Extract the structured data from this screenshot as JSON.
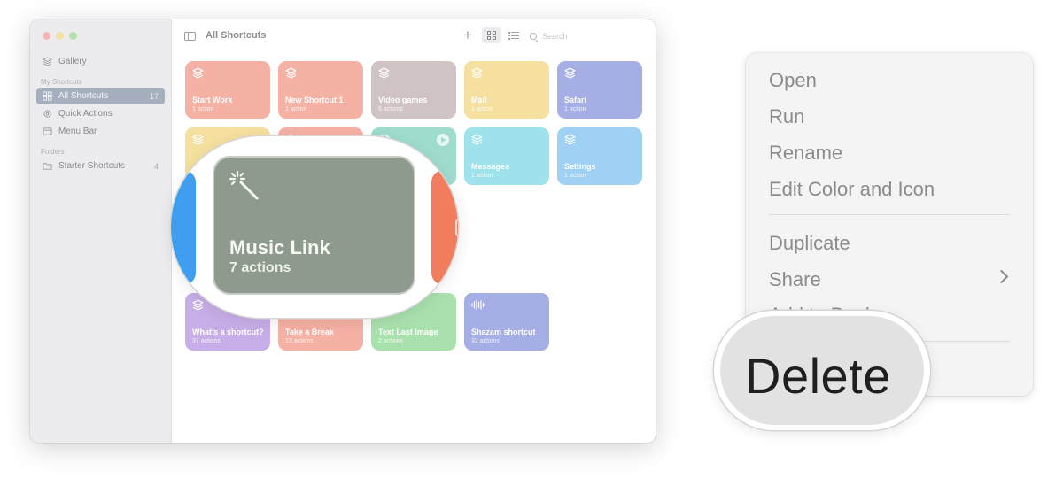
{
  "window": {
    "title": "All Shortcuts",
    "search_placeholder": "Search"
  },
  "sidebar": {
    "gallery": "Gallery",
    "section_my_shortcuts": "My Shortcuts",
    "section_folders": "Folders",
    "items": [
      {
        "label": "All Shortcuts",
        "count": "17",
        "active": true
      },
      {
        "label": "Quick Actions",
        "count": ""
      },
      {
        "label": "Menu Bar",
        "count": ""
      }
    ],
    "folders": [
      {
        "label": "Starter Shortcuts",
        "count": "4"
      }
    ]
  },
  "tiles": [
    {
      "title": "Start Work",
      "sub": "1 action",
      "color": "#f6b1a5"
    },
    {
      "title": "New Shortcut 1",
      "sub": "1 action",
      "color": "#f6b1a5"
    },
    {
      "title": "Video games",
      "sub": "6 actions",
      "color": "#cfc4c3"
    },
    {
      "title": "Mail",
      "sub": "1 action",
      "color": "#f5e0a0"
    },
    {
      "title": "Safari",
      "sub": "1 action",
      "color": "#a6aee6"
    },
    {
      "title": "Messages",
      "sub": "1 action",
      "color": "#9ee3ec"
    },
    {
      "title": "Settings",
      "sub": "1 action",
      "color": "#9fd1f5"
    },
    {
      "title": "What's a shortcut?",
      "sub": "37 actions",
      "color": "#c8aee8"
    },
    {
      "title": "Take a Break",
      "sub": "13 actions",
      "color": "#f6b1a5"
    },
    {
      "title": "Text Last Image",
      "sub": "2 actions",
      "color": "#a9e1ad"
    },
    {
      "title": "Shazam shortcut",
      "sub": "32 actions",
      "color": "#a6aee6"
    }
  ],
  "magnified": {
    "title": "Music Link",
    "sub": "7 actions",
    "color": "#8e9a8d"
  },
  "context_menu": {
    "items": [
      "Open",
      "Run",
      "Rename",
      "Edit Color and Icon",
      "Duplicate",
      "Share"
    ],
    "partial_item": "Add to Dock",
    "delete_label": "Delete"
  },
  "colors": {
    "sidebar_active": "#a6afbd",
    "menu_background": "#f4f4f4",
    "delete_highlight": "#e3e2e3"
  }
}
